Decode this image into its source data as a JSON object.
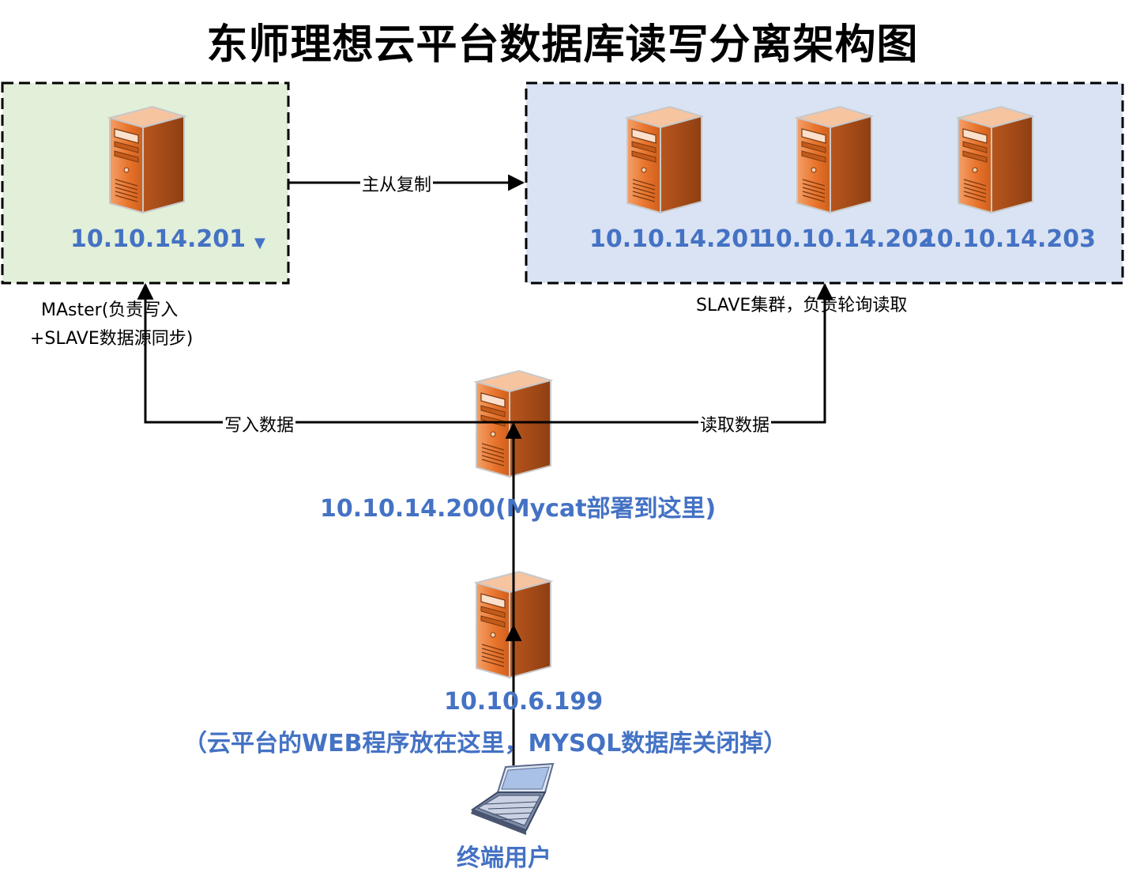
{
  "title": "东师理想云平台数据库读写分离架构图",
  "master_box": {
    "ip": "10.10.14.201",
    "caption_line1": "MAster(负责写入",
    "caption_line2": "+SLAVE数据源同步)"
  },
  "slave_box": {
    "ips": [
      "10.10.14.201",
      "10.10.14.202",
      "10.10.14.203"
    ],
    "caption": "SLAVE集群，负责轮询读取"
  },
  "edges": {
    "replication": "主从复制",
    "write": "写入数据",
    "read": "读取数据"
  },
  "mycat_node": {
    "label": "10.10.14.200(Mycat部署到这里)"
  },
  "web_node": {
    "ip": "10.10.6.199",
    "caption": "（云平台的WEB程序放在这里，MYSQL数据库关闭掉）"
  },
  "client": {
    "label": "终端用户"
  },
  "colors": {
    "master_fill": "#e2efd9",
    "slave_fill": "#dae3f3",
    "ip_text": "#4472c4",
    "server_orange": "#e8742c"
  },
  "icons": [
    "server-icon",
    "laptop-icon",
    "dropdown-marker-icon"
  ]
}
